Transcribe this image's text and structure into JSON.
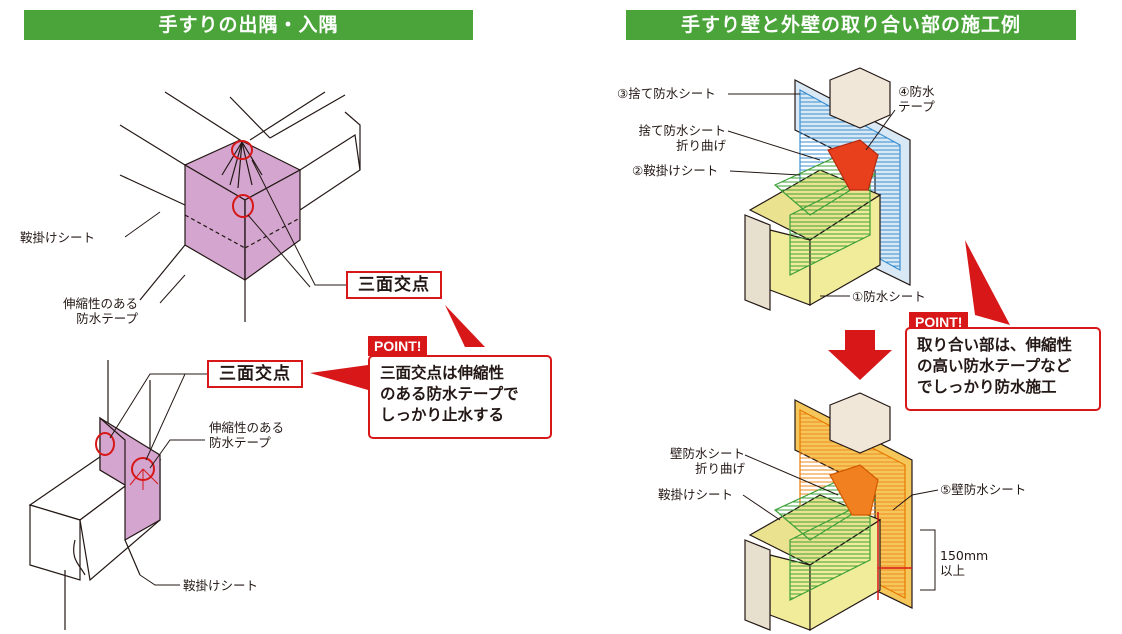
{
  "left": {
    "header": "手すりの出隅・入隅",
    "top_fig": {
      "label_sheet": "鞍掛けシート",
      "label_tape": [
        "伸縮性のある",
        "防水テープ"
      ],
      "tag": "三面交点"
    },
    "bottom_fig": {
      "tag": "三面交点",
      "label_tape": [
        "伸縮性のある",
        "防水テープ"
      ],
      "label_sheet": "鞍掛けシート"
    },
    "point": {
      "badge": "POINT!",
      "lines": [
        "三面交点は伸縮性",
        "のある防水テープで",
        "しっかり止水する"
      ]
    }
  },
  "right": {
    "header": "手すり壁と外壁の取り合い部の施工例",
    "top_fig": {
      "label_3": "③捨て防水シート",
      "label_fold": [
        "捨て防水シート",
        "折り曲げ"
      ],
      "label_2": "②鞍掛けシート",
      "label_4": [
        "④防水",
        "テープ"
      ],
      "label_1": "①防水シート"
    },
    "point": {
      "badge": "POINT!",
      "lines": [
        "取り合い部は、伸縮性",
        "の高い防水テープなど",
        "でしっかり防水施工"
      ]
    },
    "bottom_fig": {
      "label_wall_fold": [
        "壁防水シート",
        "折り曲げ"
      ],
      "label_sheet": "鞍掛けシート",
      "label_5": "⑤壁防水シート",
      "label_150": [
        "150mm",
        "以上"
      ]
    }
  }
}
